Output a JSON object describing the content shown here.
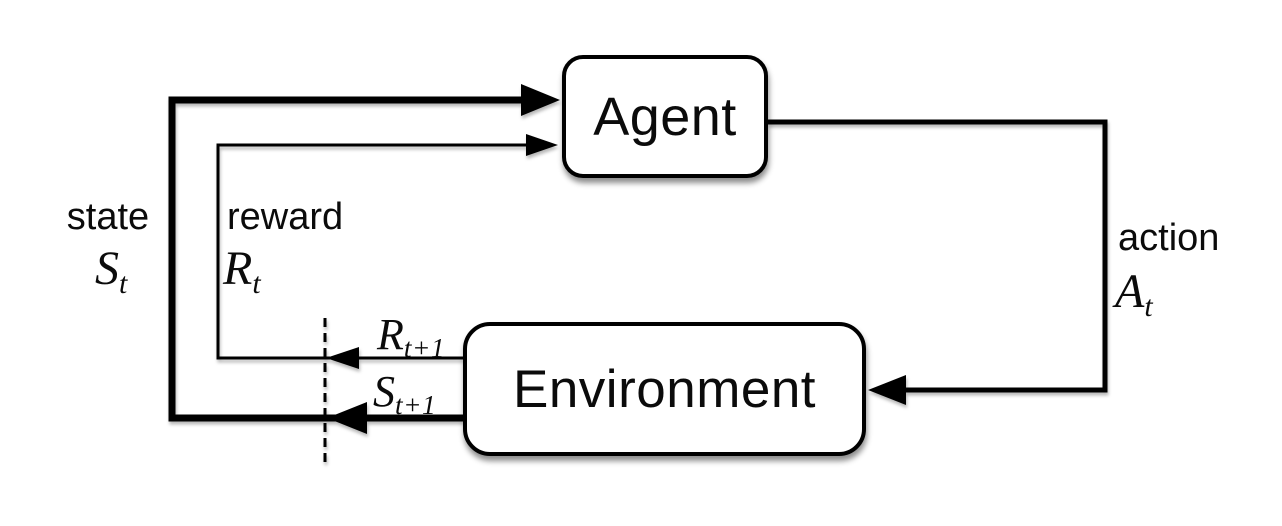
{
  "nodes": {
    "agent": {
      "label": "Agent"
    },
    "environment": {
      "label": "Environment"
    }
  },
  "labels": {
    "state": {
      "word": "state",
      "symbol_base": "S",
      "symbol_sub": "t"
    },
    "reward": {
      "word": "reward",
      "symbol_base": "R",
      "symbol_sub": "t"
    },
    "action": {
      "word": "action",
      "symbol_base": "A",
      "symbol_sub": "t"
    },
    "next_reward": {
      "symbol_base": "R",
      "symbol_sub": "t+1"
    },
    "next_state": {
      "symbol_base": "S",
      "symbol_sub": "t+1"
    }
  },
  "colors": {
    "ink": "#000000",
    "box_fill": "#ffffff",
    "background": "#ffffff"
  }
}
